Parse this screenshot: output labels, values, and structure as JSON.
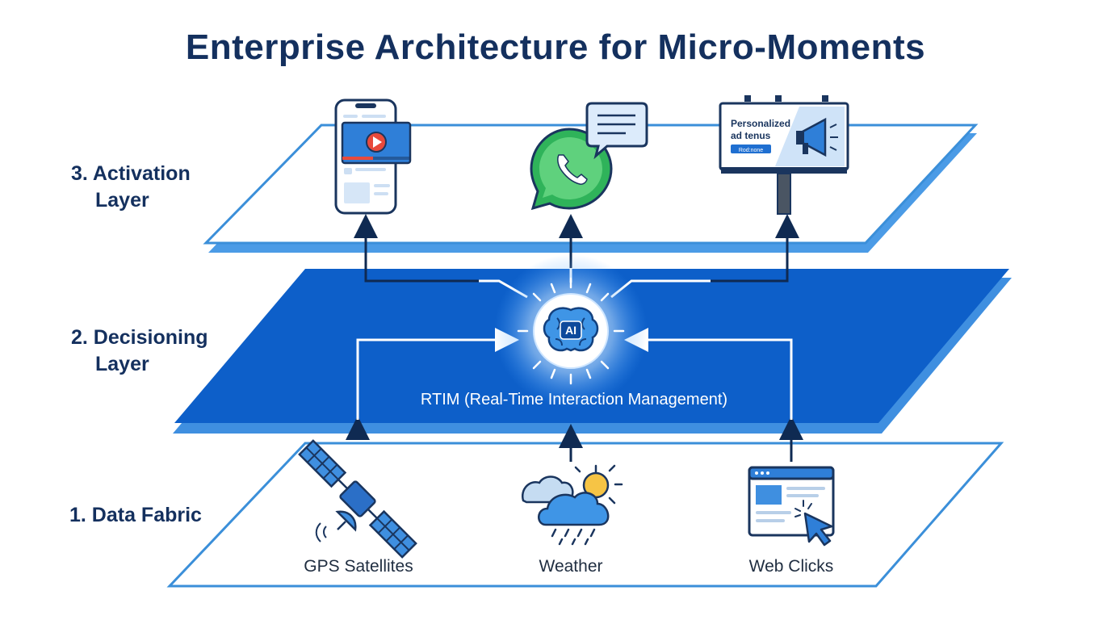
{
  "title": "Enterprise Architecture for Micro-Moments",
  "layers": {
    "activation": {
      "line1": "3. Activation",
      "line2": "Layer"
    },
    "decisioning": {
      "line1": "2. Decisioning",
      "line2": "Layer",
      "caption": "RTIM (Real-Time Interaction Management)"
    },
    "data_fabric": {
      "label": "1. Data Fabric"
    }
  },
  "hub": {
    "badge": "AI",
    "icon": "brain-ai-icon"
  },
  "activation_channels": [
    {
      "name": "mobile-video-ad",
      "icon": "smartphone-video-icon"
    },
    {
      "name": "messaging",
      "icon": "whatsapp-chat-icon"
    },
    {
      "name": "billboard",
      "icon": "billboard-megaphone-icon",
      "headline_1": "Personalized",
      "headline_2": "ad tenus",
      "button": "Rod:none"
    }
  ],
  "data_sources": [
    {
      "label": "GPS Satellites",
      "icon": "satellite-icon"
    },
    {
      "label": "Weather",
      "icon": "weather-cloud-sun-icon"
    },
    {
      "label": "Web Clicks",
      "icon": "browser-click-icon"
    }
  ],
  "colors": {
    "title": "#14305e",
    "plane_outline": "#3b8fd9",
    "decision_plane": "#0d5fc9",
    "arrow_dark": "#0f2a52",
    "arrow_light": "#ffffff"
  }
}
